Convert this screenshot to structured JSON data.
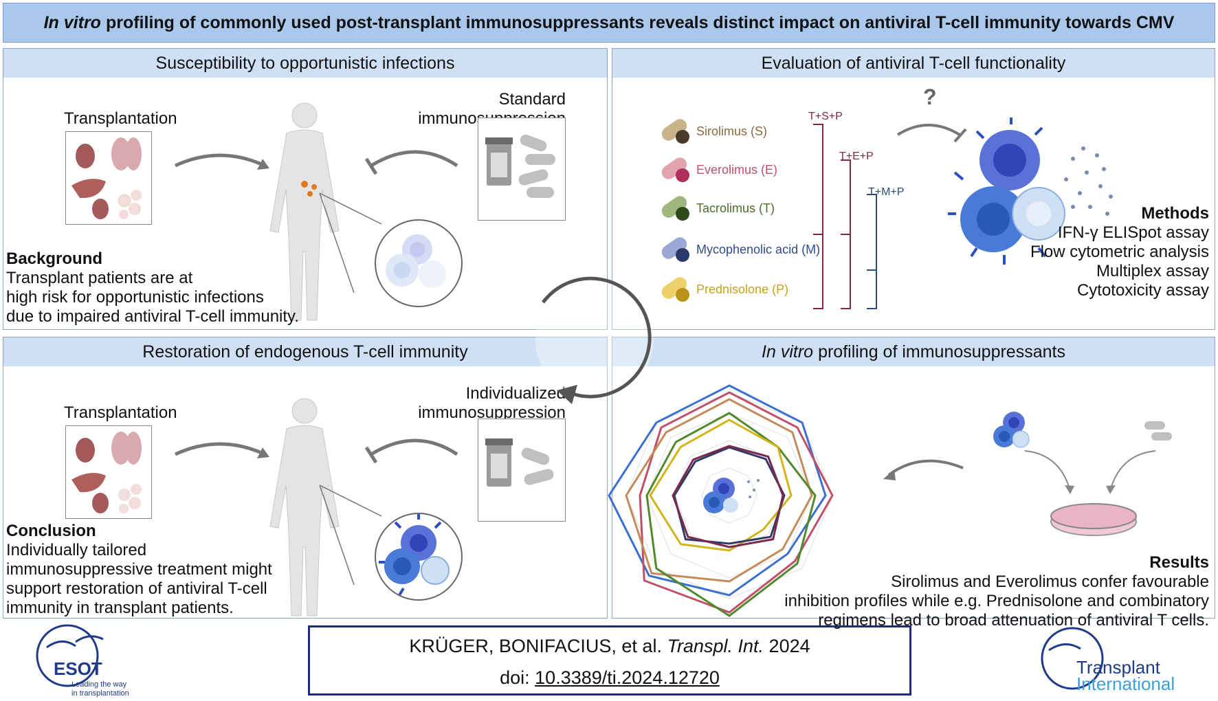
{
  "title": {
    "italic": "In vitro",
    "rest": "profiling of commonly used post-transplant immunosuppressants reveals distinct impact on antiviral T-cell immunity towards CMV"
  },
  "panels": {
    "top_left": {
      "header": "Susceptibility to opportunistic infections",
      "transplant_label": "Transplantation",
      "immuno_label_1": "Standard",
      "immuno_label_2": "immunosuppression",
      "section_heading": "Background",
      "text_lines": [
        "Transplant patients are at",
        "high risk for opportunistic infections",
        "due to impaired antiviral T-cell immunity."
      ]
    },
    "top_right": {
      "header": "Evaluation of antiviral T-cell functionality",
      "question_mark": "?",
      "drugs": [
        {
          "label": "Sirolimus (S)",
          "color": "#8b6a3a"
        },
        {
          "label": "Everolimus (E)",
          "color": "#c0506a"
        },
        {
          "label": "Tacrolimus (T)",
          "color": "#4e6b2b"
        },
        {
          "label": "Mycophenolic acid (M)",
          "color": "#2f4a8a"
        },
        {
          "label": "Prednisolone (P)",
          "color": "#c9a21a"
        }
      ],
      "combos": [
        "T+S+P",
        "T+E+P",
        "T+M+P"
      ],
      "section_heading": "Methods",
      "methods": [
        "IFN-γ ELISpot assay",
        "Flow cytometric analysis",
        "Multiplex assay",
        "Cytotoxicity assay"
      ]
    },
    "bottom_left": {
      "header": "Restoration of endogenous T-cell immunity",
      "transplant_label": "Transplantation",
      "immuno_label_1": "Individualized",
      "immuno_label_2": "immunosuppression",
      "section_heading": "Conclusion",
      "text_lines": [
        "Individually tailored",
        "immunosuppressive treatment might",
        "support restoration of antiviral T-cell",
        "immunity in transplant patients."
      ]
    },
    "bottom_right": {
      "header_italic": "In vitro",
      "header_rest": "profiling of immunosuppressants",
      "section_heading": "Results",
      "text_lines": [
        "Sirolimus and Everolimus confer favourable",
        "inhibition profiles while e.g. Prednisolone and combinatory",
        "regimens lead to broad attenuation of antiviral T cells."
      ]
    }
  },
  "radar_colors": [
    "#3b6fd0",
    "#c0506a",
    "#c58a5a",
    "#4e8a2b",
    "#d4b21a",
    "#2f3a6a",
    "#7a2a4a"
  ],
  "citation": {
    "authors": "KRÜGER, BONIFACIUS, et al.",
    "journal": "Transpl. Int.",
    "year": "2024",
    "doi_prefix": "doi:",
    "doi": "10.3389/ti.2024.12720"
  },
  "logos": {
    "esot_name": "ESOT",
    "esot_tag1": "Leading the way",
    "esot_tag2": "in transplantation",
    "ti_line1": "Transplant",
    "ti_line2": "International"
  }
}
